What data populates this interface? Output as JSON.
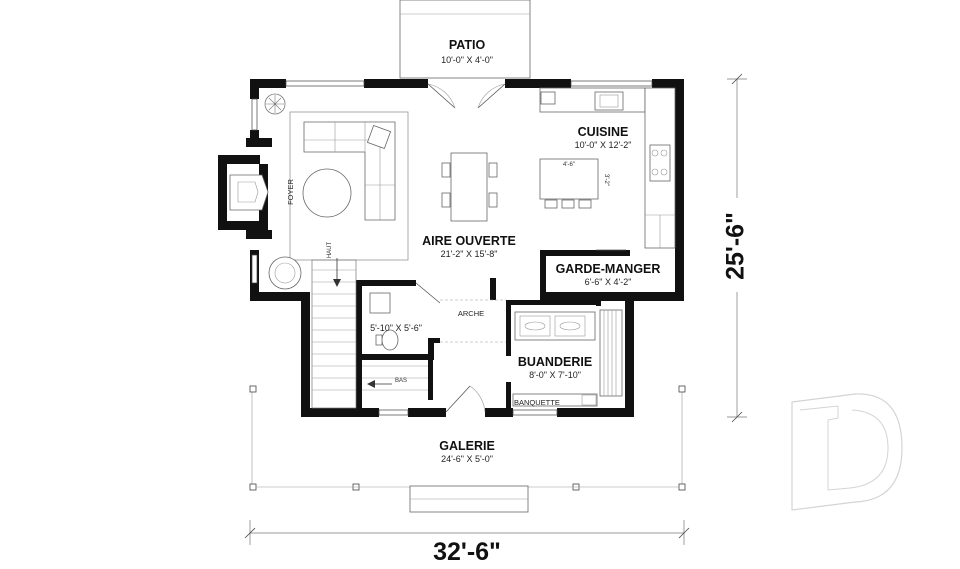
{
  "rooms": {
    "patio": {
      "name": "PATIO",
      "dims": "10'-0\" X 4'-0\""
    },
    "cuisine": {
      "name": "CUISINE",
      "dims": "10'-0\" X 12'-2\""
    },
    "aire_ouverte": {
      "name": "AIRE OUVERTE",
      "dims": "21'-2\" X 15'-8\""
    },
    "garde_manger": {
      "name": "GARDE-MANGER",
      "dims": "6'-6\" X 4'-2\""
    },
    "buanderie": {
      "name": "BUANDERIE",
      "dims": "8'-0\" X 7'-10\""
    },
    "galerie": {
      "name": "GALERIE",
      "dims": "24'-6\" X 5'-0\""
    },
    "salle_de_bain": {
      "dims": "5'-10\" X 5'-6\""
    }
  },
  "labels": {
    "foyer": "FOYER",
    "haut": "HAUT",
    "bas": "BAS",
    "arche": "ARCHE",
    "banquette": "BANQUETTE",
    "island_width": "4'-6\"",
    "island_depth": "3'-2\""
  },
  "dimensions": {
    "overall_width": "32'-6\"",
    "overall_depth": "25'-6\""
  },
  "icons": {
    "logo": "letter-d-logo"
  },
  "colors": {
    "wall": "#111111",
    "line": "#555555"
  }
}
